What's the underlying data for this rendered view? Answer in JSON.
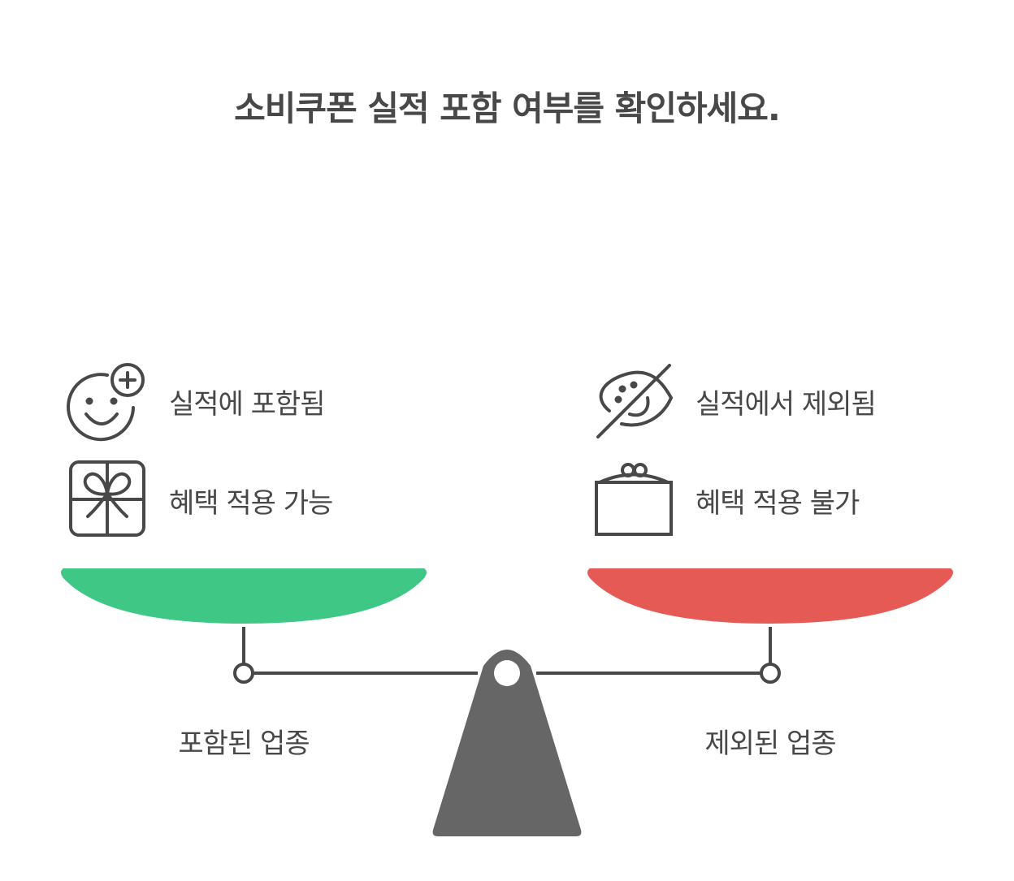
{
  "title": "소비쿠폰 실적 포함 여부를 확인하세요.",
  "left": {
    "items": [
      {
        "icon": "smiley-plus-icon",
        "label": "실적에 포함됨"
      },
      {
        "icon": "gift-box-icon",
        "label": "혜택 적용 가능"
      }
    ],
    "pan_color": "#3EC785",
    "base_label": "포함된 업종"
  },
  "right": {
    "items": [
      {
        "icon": "eye-slash-icon",
        "label": "실적에서 제외됨"
      },
      {
        "icon": "closed-purse-icon",
        "label": "혜택 적용 불가"
      }
    ],
    "pan_color": "#E55A55",
    "base_label": "제외된 업종"
  },
  "colors": {
    "stroke": "#484848",
    "fulcrum": "#666666"
  }
}
